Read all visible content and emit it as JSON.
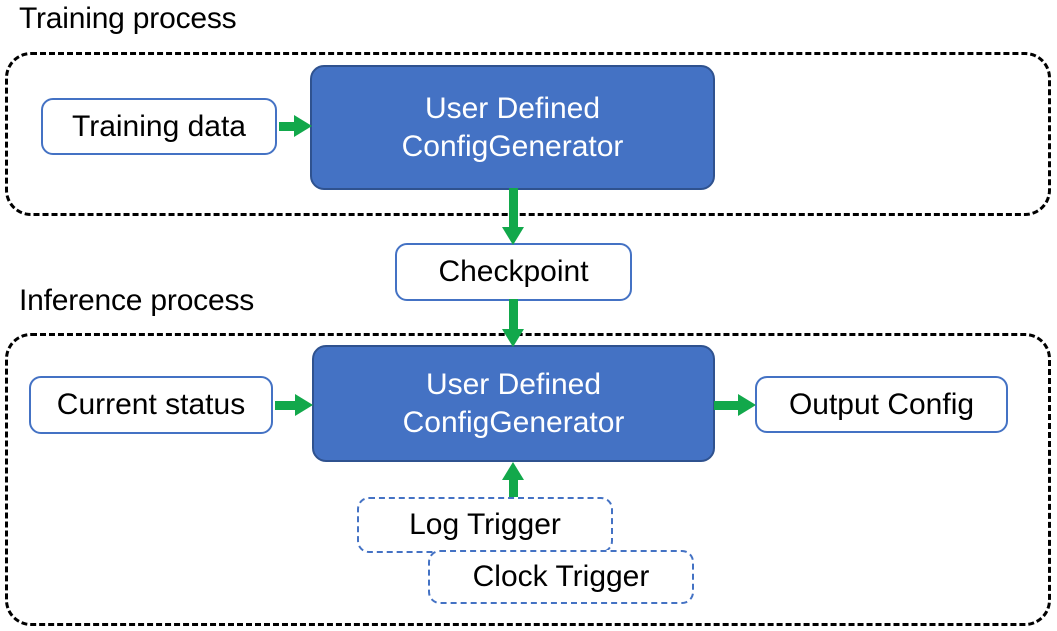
{
  "diagram": {
    "title_visible": false,
    "sections": [
      {
        "id": "training",
        "label": "Training process"
      },
      {
        "id": "inference",
        "label": "Inference process"
      }
    ],
    "nodes": {
      "training_data": {
        "label": "Training data",
        "kind": "white-rounded"
      },
      "generator_train": {
        "line1": "User Defined",
        "line2": "ConfigGenerator",
        "kind": "blue-process"
      },
      "checkpoint": {
        "label": "Checkpoint",
        "kind": "white-rounded"
      },
      "current_status": {
        "label": "Current status",
        "kind": "white-rounded"
      },
      "generator_infer": {
        "line1": "User Defined",
        "line2": "ConfigGenerator",
        "kind": "blue-process"
      },
      "output_config": {
        "label": "Output Config",
        "kind": "white-rounded"
      },
      "log_trigger": {
        "label": "Log Trigger",
        "kind": "dashed-rounded"
      },
      "clock_trigger": {
        "label": "Clock Trigger",
        "kind": "dashed-rounded"
      }
    },
    "edges": [
      {
        "id": "trainingdata-to-generator",
        "from": "training_data",
        "to": "generator_train",
        "direction": "right",
        "icon": "arrow-right-icon"
      },
      {
        "id": "generator-to-checkpoint",
        "from": "generator_train",
        "to": "checkpoint",
        "direction": "down",
        "icon": "arrow-down-icon"
      },
      {
        "id": "checkpoint-to-generator",
        "from": "checkpoint",
        "to": "generator_infer",
        "direction": "down",
        "icon": "arrow-down-icon"
      },
      {
        "id": "status-to-generator",
        "from": "current_status",
        "to": "generator_infer",
        "direction": "right",
        "icon": "arrow-right-icon"
      },
      {
        "id": "generator-to-output",
        "from": "generator_infer",
        "to": "output_config",
        "direction": "right",
        "icon": "arrow-right-icon"
      },
      {
        "id": "triggers-to-generator",
        "from": "log_trigger",
        "to": "generator_infer",
        "direction": "up",
        "icon": "arrow-up-icon"
      }
    ],
    "colors": {
      "process_fill": "#4472C4",
      "process_border": "#2F528F",
      "process_text": "#FFFFFF",
      "node_border": "#4472C4",
      "node_fill": "#FFFFFF",
      "node_text": "#000000",
      "arrow": "#12A84B",
      "group_border": "#000000",
      "background": "#FFFFFF"
    }
  }
}
